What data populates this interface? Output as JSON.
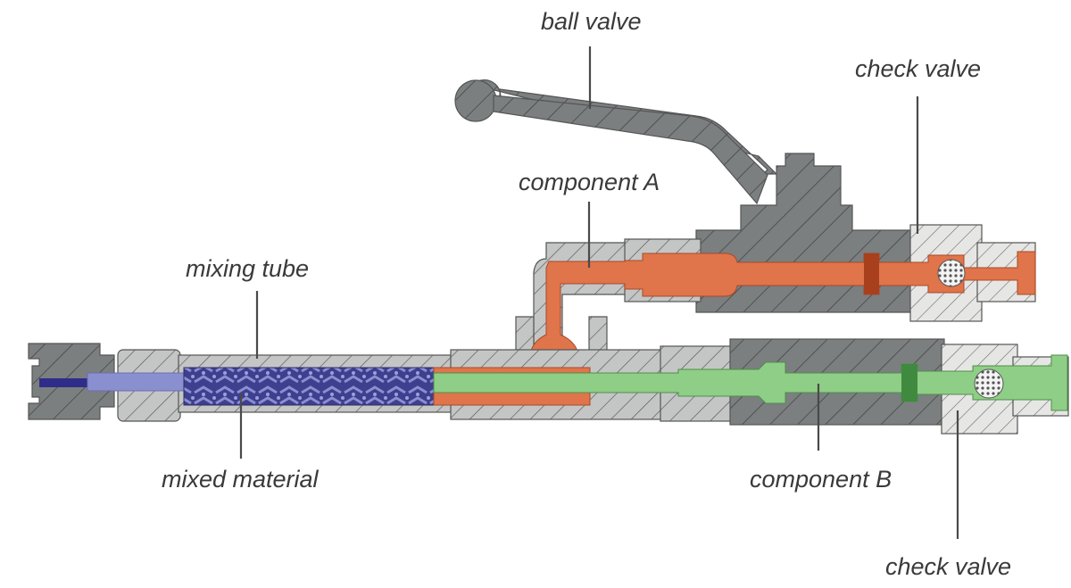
{
  "diagram": {
    "title": "Two-component dispensing valve cross-section",
    "labels": {
      "ball_valve": "ball valve",
      "check_valve_top": "check valve",
      "component_a": "component A",
      "mixing_tube": "mixing tube",
      "mixed_material": "mixed material",
      "component_b": "component B",
      "check_valve_bottom": "check valve"
    },
    "colors": {
      "housing_dark": "#7b7f80",
      "housing_light": "#c4c6c6",
      "fitting_white": "#e3e3e1",
      "component_a": "#e0744a",
      "component_a_dark": "#b04a26",
      "component_b": "#8fce86",
      "component_b_dark": "#3f8a3f",
      "mixed": "#3e3f8e",
      "mixed_light": "#8a8fd0",
      "text": "#3a3a3a"
    }
  }
}
